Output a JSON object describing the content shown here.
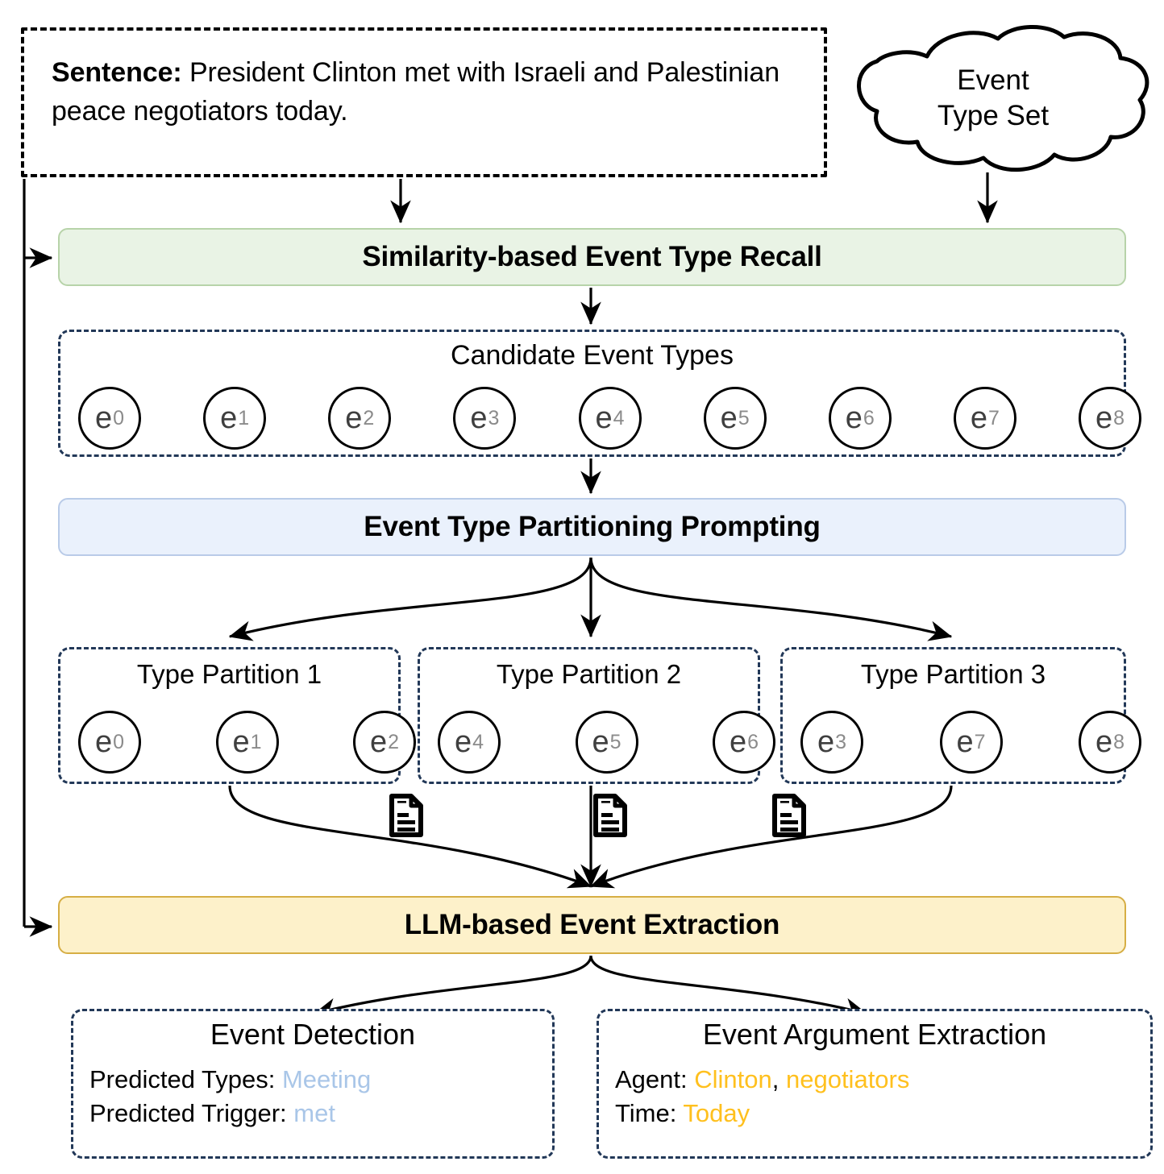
{
  "sentence": {
    "label": "Sentence:",
    "text": " President Clinton met with Israeli and Palestinian peace negotiators today."
  },
  "cloud": {
    "label": "Event\nType Set",
    "line1": "Event",
    "line2": "Type Set"
  },
  "stages": {
    "recall": "Similarity-based Event Type Recall",
    "partitioning": "Event Type Partitioning Prompting",
    "llm": "LLM-based Event Extraction"
  },
  "candidates": {
    "title": "Candidate Event Types",
    "items": [
      {
        "base": "e",
        "sub": "0"
      },
      {
        "base": "e",
        "sub": "1"
      },
      {
        "base": "e",
        "sub": "2"
      },
      {
        "base": "e",
        "sub": "3"
      },
      {
        "base": "e",
        "sub": "4"
      },
      {
        "base": "e",
        "sub": "5"
      },
      {
        "base": "e",
        "sub": "6"
      },
      {
        "base": "e",
        "sub": "7"
      },
      {
        "base": "e",
        "sub": "8"
      }
    ]
  },
  "partitions": [
    {
      "title": "Type Partition 1",
      "items": [
        {
          "base": "e",
          "sub": "0"
        },
        {
          "base": "e",
          "sub": "1"
        },
        {
          "base": "e",
          "sub": "2"
        }
      ]
    },
    {
      "title": "Type Partition 2",
      "items": [
        {
          "base": "e",
          "sub": "4"
        },
        {
          "base": "e",
          "sub": "5"
        },
        {
          "base": "e",
          "sub": "6"
        }
      ]
    },
    {
      "title": "Type Partition 3",
      "items": [
        {
          "base": "e",
          "sub": "3"
        },
        {
          "base": "e",
          "sub": "7"
        },
        {
          "base": "e",
          "sub": "8"
        }
      ]
    }
  ],
  "prompt_docs": [
    "document-icon",
    "document-icon",
    "document-icon"
  ],
  "outputs": {
    "detection": {
      "title": "Event Detection",
      "rows": [
        {
          "label": "Predicted Types: ",
          "value": "Meeting"
        },
        {
          "label": "Predicted Trigger: ",
          "value": "met"
        }
      ]
    },
    "arguments": {
      "title": "Event Argument Extraction",
      "rows": [
        {
          "label": "Agent: ",
          "value1": "Clinton",
          "sep": ", ",
          "value2": "negotiators"
        },
        {
          "label": "Time: ",
          "value1": "Today"
        }
      ]
    }
  },
  "colors": {
    "recall_fill": "#e9f3e5",
    "recall_border": "#b7d3a9",
    "partition_fill": "#eaf1fc",
    "partition_border": "#b9cbe8",
    "llm_fill": "#fdf1ca",
    "llm_border": "#d6ae44",
    "dashed_border": "#223858",
    "value_blue": "#a9c6e8",
    "value_gold": "#ffc01e",
    "circle_text": "#3f3f3f"
  }
}
